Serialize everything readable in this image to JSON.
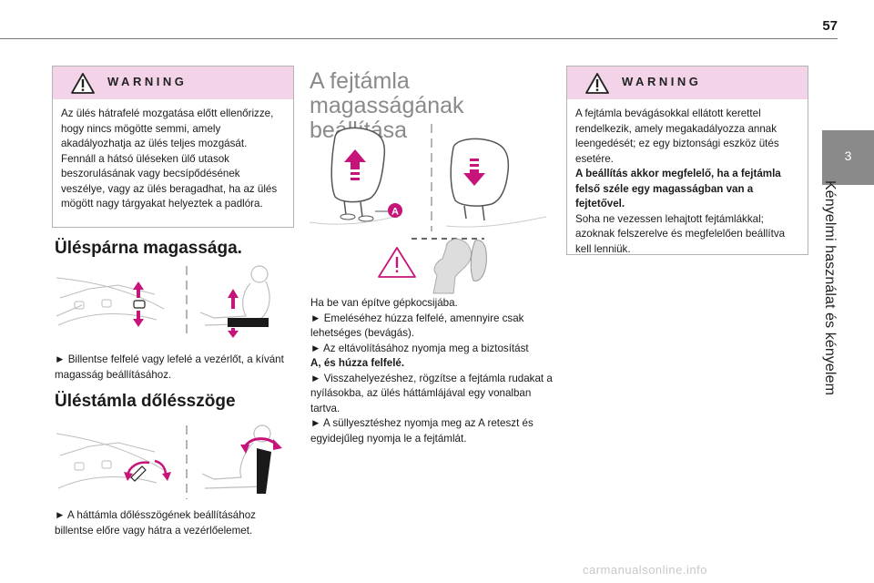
{
  "page": {
    "number": "57"
  },
  "sidetab": {
    "number": "3",
    "label": "Kényelmi használat és kényelem"
  },
  "warning_left": {
    "title": "WARNING",
    "text": "Az ülés hátrafelé mozgatása előtt ellenőrizze, hogy nincs mögötte semmi, amely akadályozhatja az ülés teljes mozgását. Fennáll a hátsó üléseken ülő utasok beszorulásának vagy becsípődésének veszélye, vagy az ülés beragadhat, ha az ülés mögött nagy tárgyakat helyeztek a padlóra."
  },
  "seat_height": {
    "title": "Üléspárna magassága.",
    "text": "► Billentse felfelé vagy lefelé a vezérlőt, a kívánt magasság beállításához."
  },
  "backrest": {
    "title": "Üléstámla dőlésszöge",
    "text": "► A háttámla dőlésszögének beállításához billentse előre vagy hátra a vezérlőelemet."
  },
  "headrest": {
    "title": "A fejtámla magasságának beállítása",
    "badge": "A",
    "lines": [
      "Ha be van építve gépkocsijába.",
      "► Emeléséhez húzza felfelé, amennyire csak lehetséges (bevágás).",
      "► Az eltávolításához nyomja meg a biztosítást",
      "A, és húzza felfelé.",
      "► Visszahelyezéshez, rögzítse a fejtámla rudakat a nyílásokba, az ülés háttámlájával egy vonalban tartva.",
      "► A süllyesztéshez nyomja meg az A reteszt és egyidejűleg nyomja le a fejtámlát."
    ]
  },
  "warning_right": {
    "title": "WARNING",
    "text1": "A fejtámla bevágásokkal ellátott kerettel rendelkezik, amely megakadályozza annak leengedését; ez egy biztonsági eszköz ütés esetére.",
    "bold": "A beállítás akkor megfelelő, ha a fejtámla felső széle egy magasságban van a fejtetővel.",
    "text2": "Soha ne vezessen lehajtott fejtámlákkal; azoknak felszerelve és megfelelően beállítva kell lenniük."
  },
  "footer": {
    "watermark": "carmanualsonline.info"
  },
  "colors": {
    "accent_magenta": "#c7147a",
    "warning_bg": "#f3d3e8",
    "tab_gray": "#8a8a8a"
  },
  "icons": [
    "warning-triangle-icon",
    "arrow-up-icon",
    "arrow-down-icon",
    "rotate-arrow-icon"
  ]
}
